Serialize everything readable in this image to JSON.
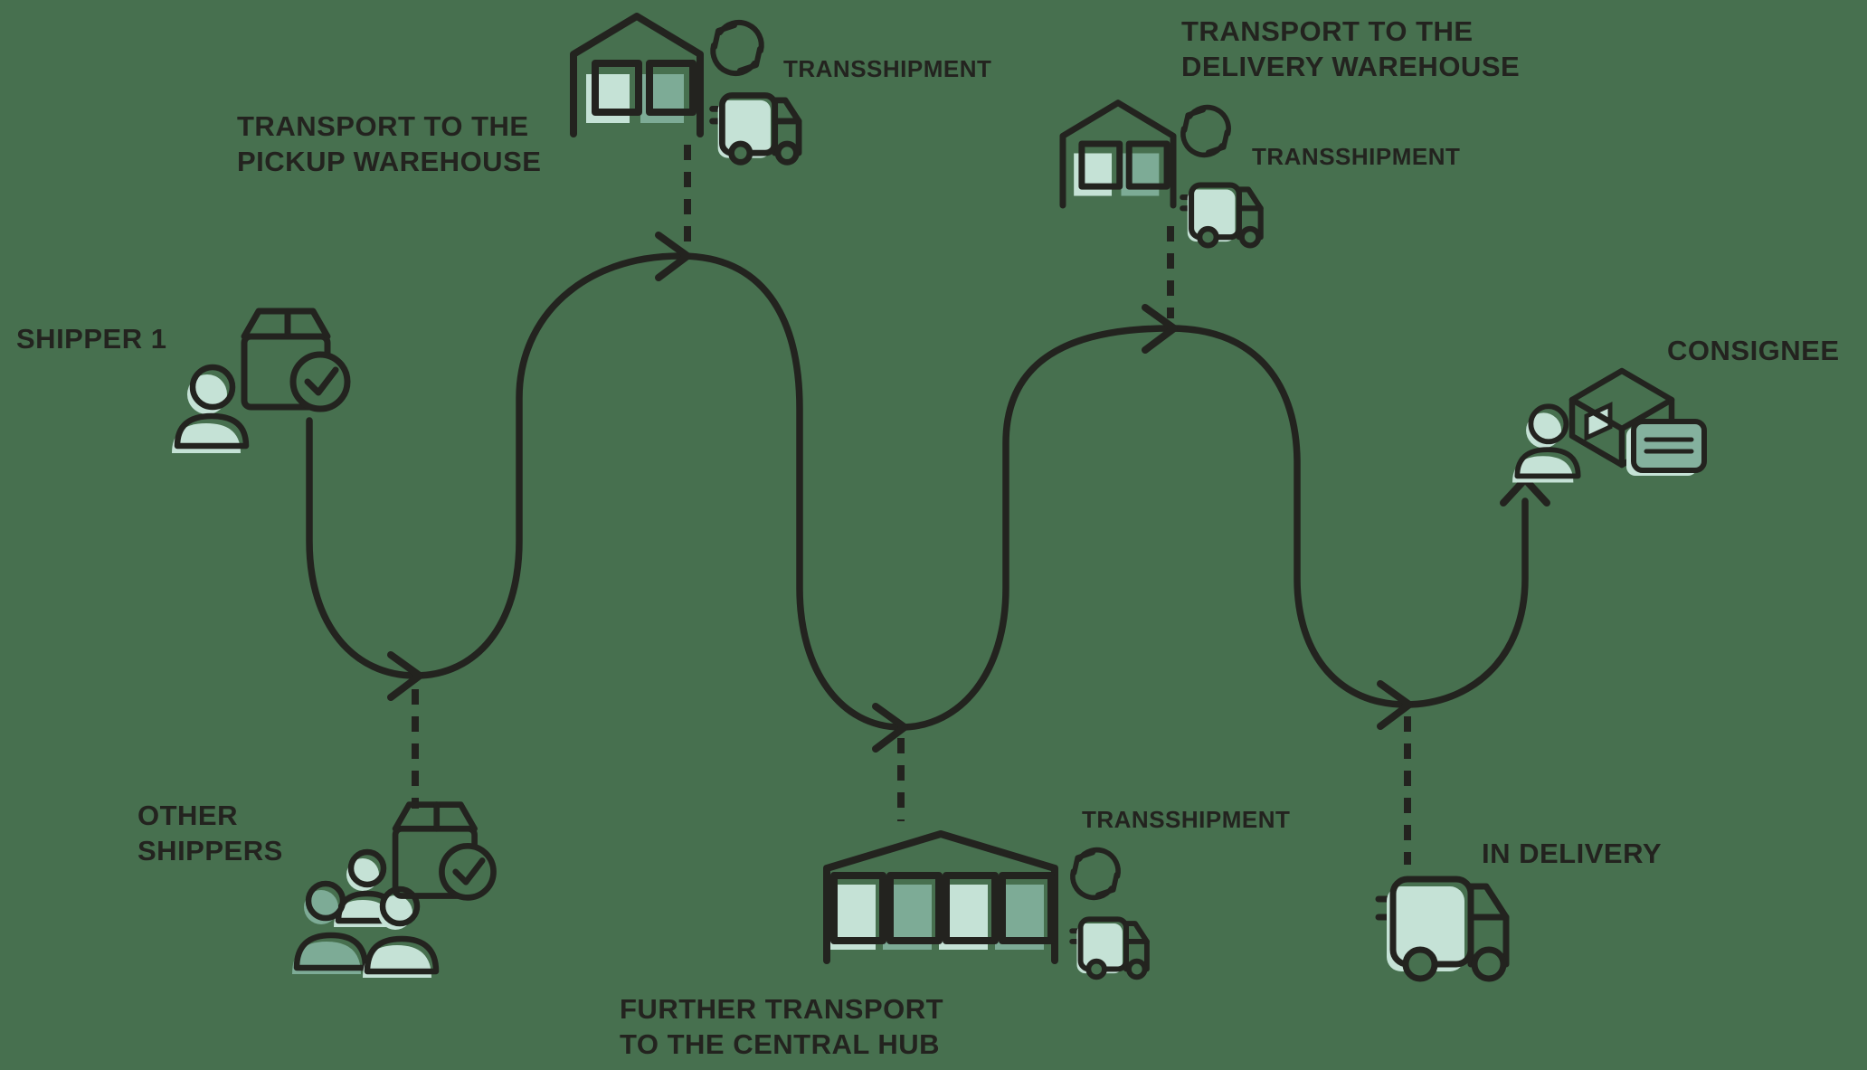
{
  "colors": {
    "background": "#47704f",
    "ink": "#23231f",
    "light_green": "#c5e2d6",
    "mid_green": "#7dab96",
    "card_green": "#84b19e"
  },
  "labels": {
    "shipper1": "SHIPPER 1",
    "transport_to_pickup_warehouse": "TRANSPORT TO THE\nPICKUP WAREHOUSE",
    "transshipment_pickup": "TRANSSHIPMENT",
    "transport_to_delivery_warehouse": "TRANSPORT TO THE\nDELIVERY WAREHOUSE",
    "transshipment_delivery": "TRANSSHIPMENT",
    "consignee": "CONSIGNEE",
    "other_shippers": "OTHER\nSHIPPERS",
    "further_transport_to_central_hub": "FURTHER TRANSPORT\nTO THE CENTRAL HUB",
    "transshipment_central_hub": "TRANSSHIPMENT",
    "in_delivery": "IN DELIVERY"
  }
}
